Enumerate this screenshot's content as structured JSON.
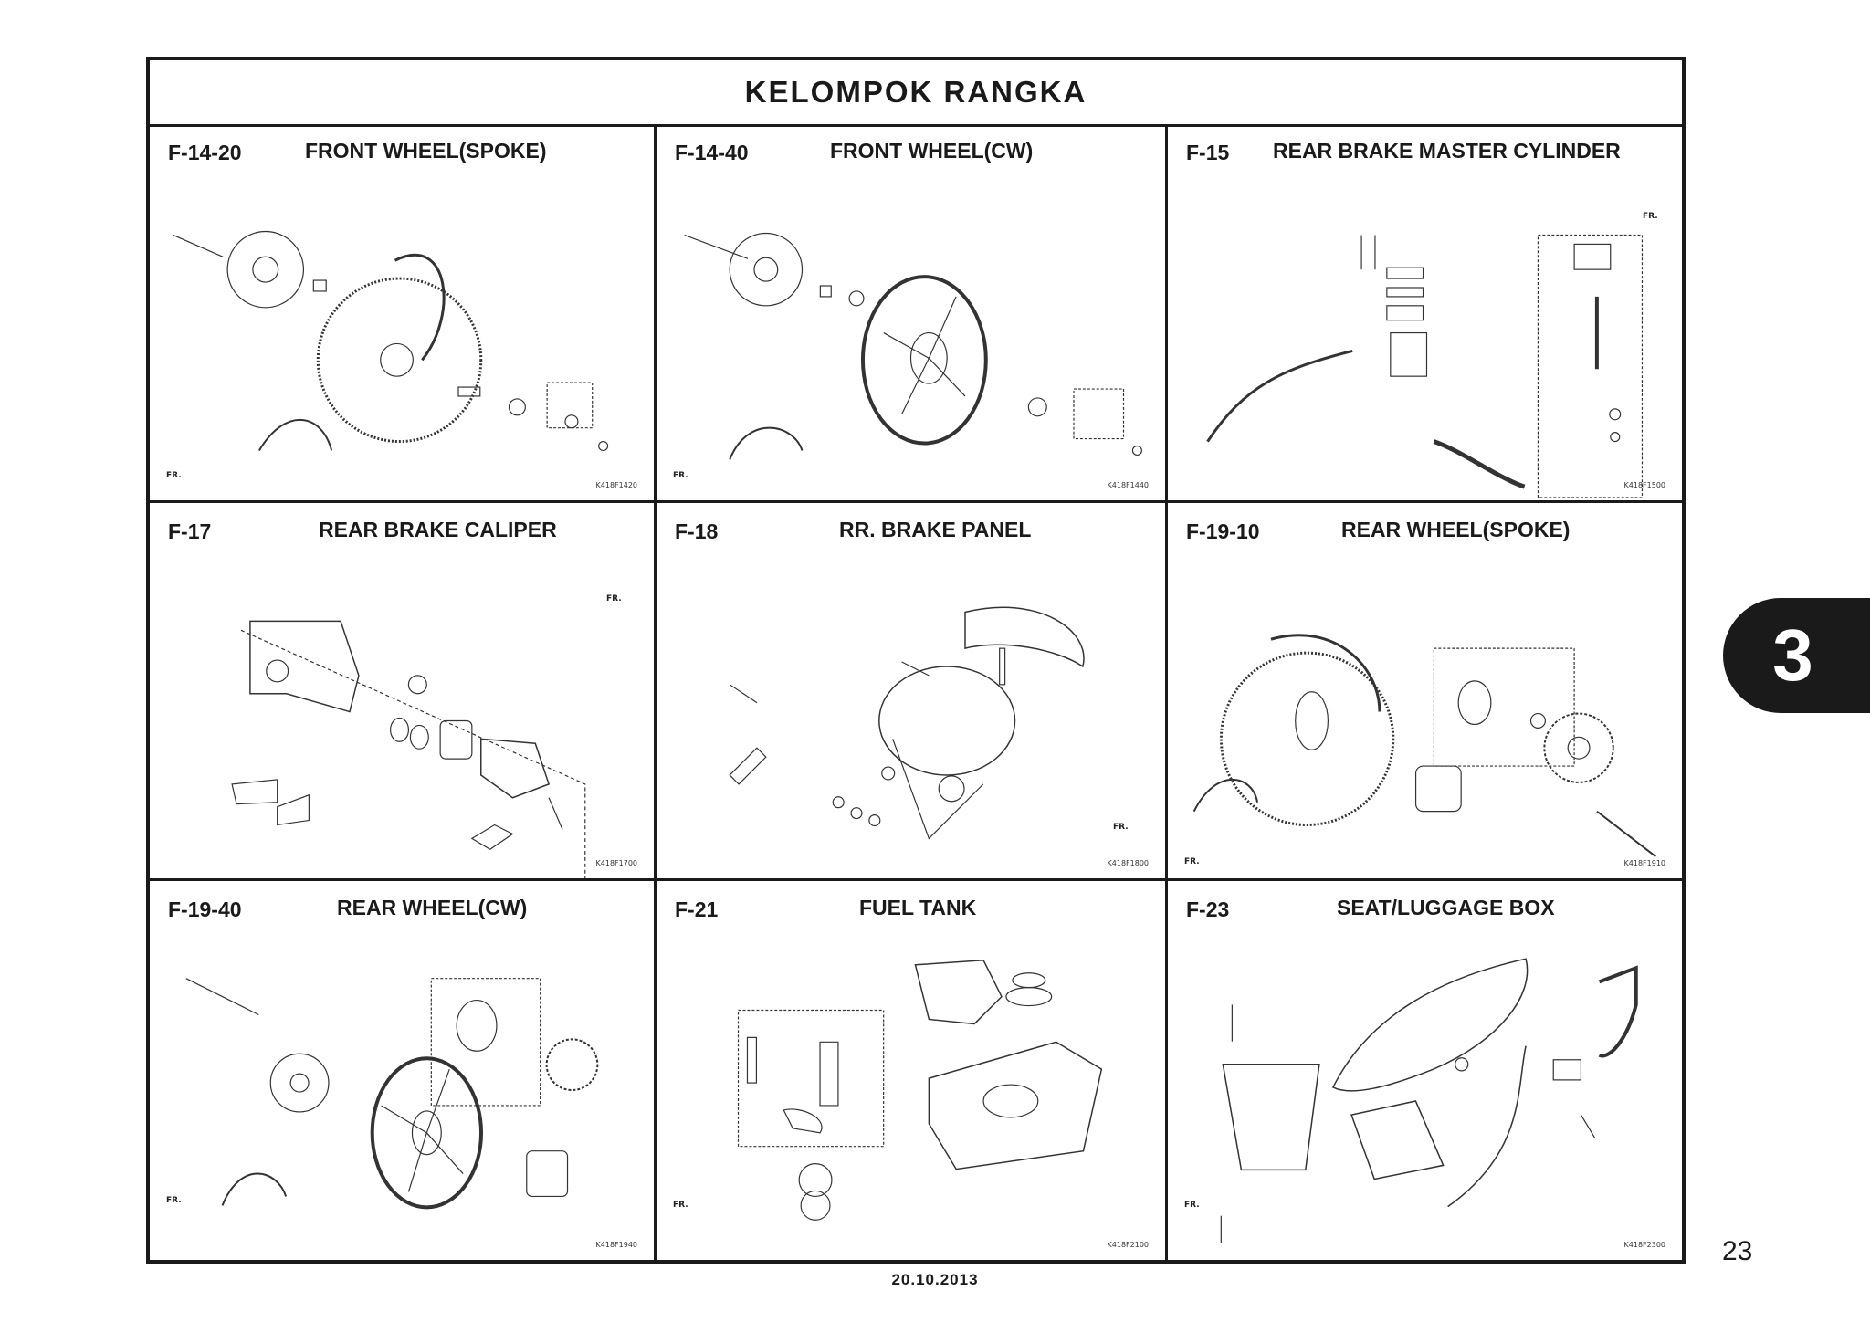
{
  "page": {
    "title": "KELOMPOK RANGKA",
    "section_tab": "3",
    "page_number": "23",
    "date": "20.10.2013"
  },
  "panels": [
    {
      "code": "F-14-20",
      "name": "FRONT WHEEL(SPOKE)",
      "ref": "K418F1420",
      "fr": "FR."
    },
    {
      "code": "F-14-40",
      "name": "FRONT WHEEL(CW)",
      "ref": "K418F1440",
      "fr": "FR."
    },
    {
      "code": "F-15",
      "name": "REAR BRAKE MASTER CYLINDER",
      "ref": "K418F1500",
      "fr": "FR."
    },
    {
      "code": "F-17",
      "name": "REAR BRAKE CALIPER",
      "ref": "K418F1700",
      "fr": "FR."
    },
    {
      "code": "F-18",
      "name": "RR. BRAKE PANEL",
      "ref": "K418F1800",
      "fr": "FR."
    },
    {
      "code": "F-19-10",
      "name": "REAR WHEEL(SPOKE)",
      "ref": "K418F1910",
      "fr": "FR."
    },
    {
      "code": "F-19-40",
      "name": "REAR WHEEL(CW)",
      "ref": "K418F1940",
      "fr": "FR."
    },
    {
      "code": "F-21",
      "name": "FUEL TANK",
      "ref": "K418F2100",
      "fr": "FR."
    },
    {
      "code": "F-23",
      "name": "SEAT/LUGGAGE BOX",
      "ref": "K418F2300",
      "fr": "FR."
    }
  ]
}
